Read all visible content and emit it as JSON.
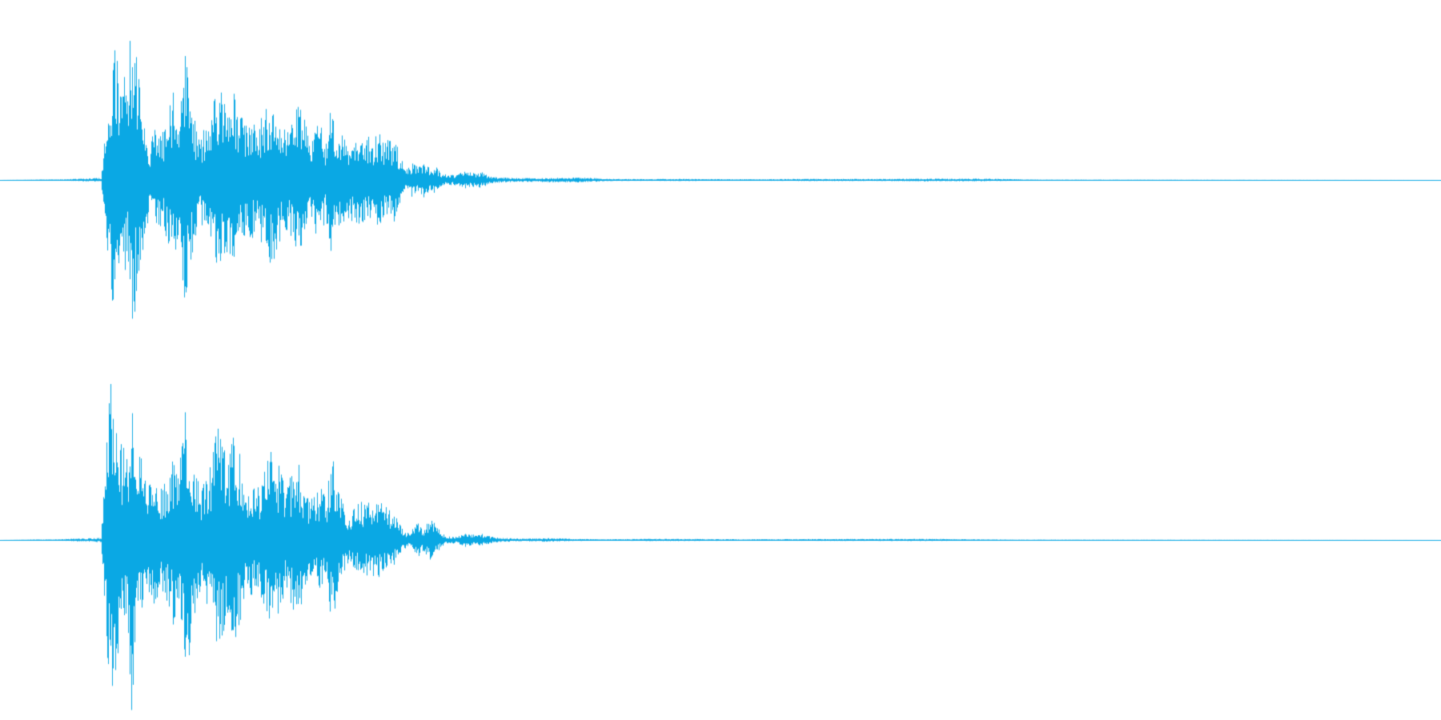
{
  "waveform": {
    "color": "#0aa8e4",
    "background": "#ffffff",
    "channels": [
      {
        "name": "",
        "peak_envelope": [
          [
            0.0,
            0.0
          ],
          [
            0.045,
            0.004
          ],
          [
            0.07,
            0.012
          ],
          [
            0.076,
            0.55
          ],
          [
            0.079,
            0.8
          ],
          [
            0.082,
            0.62
          ],
          [
            0.085,
            0.7
          ],
          [
            0.088,
            0.4
          ],
          [
            0.091,
            0.98
          ],
          [
            0.094,
            0.72
          ],
          [
            0.097,
            0.55
          ],
          [
            0.1,
            0.35
          ],
          [
            0.104,
            0.2
          ],
          [
            0.108,
            0.32
          ],
          [
            0.112,
            0.25
          ],
          [
            0.116,
            0.36
          ],
          [
            0.12,
            0.5
          ],
          [
            0.124,
            0.3
          ],
          [
            0.128,
            0.72
          ],
          [
            0.131,
            0.55
          ],
          [
            0.134,
            0.38
          ],
          [
            0.138,
            0.22
          ],
          [
            0.142,
            0.3
          ],
          [
            0.146,
            0.4
          ],
          [
            0.15,
            0.48
          ],
          [
            0.154,
            0.52
          ],
          [
            0.158,
            0.4
          ],
          [
            0.162,
            0.5
          ],
          [
            0.166,
            0.42
          ],
          [
            0.17,
            0.3
          ],
          [
            0.174,
            0.35
          ],
          [
            0.178,
            0.28
          ],
          [
            0.182,
            0.4
          ],
          [
            0.186,
            0.48
          ],
          [
            0.19,
            0.46
          ],
          [
            0.194,
            0.36
          ],
          [
            0.198,
            0.28
          ],
          [
            0.202,
            0.34
          ],
          [
            0.206,
            0.42
          ],
          [
            0.21,
            0.38
          ],
          [
            0.214,
            0.24
          ],
          [
            0.218,
            0.3
          ],
          [
            0.222,
            0.32
          ],
          [
            0.226,
            0.22
          ],
          [
            0.23,
            0.44
          ],
          [
            0.234,
            0.3
          ],
          [
            0.238,
            0.24
          ],
          [
            0.242,
            0.22
          ],
          [
            0.246,
            0.28
          ],
          [
            0.25,
            0.24
          ],
          [
            0.254,
            0.26
          ],
          [
            0.258,
            0.22
          ],
          [
            0.262,
            0.28
          ],
          [
            0.266,
            0.24
          ],
          [
            0.27,
            0.22
          ],
          [
            0.274,
            0.24
          ],
          [
            0.278,
            0.12
          ],
          [
            0.282,
            0.06
          ],
          [
            0.286,
            0.1
          ],
          [
            0.29,
            0.07
          ],
          [
            0.294,
            0.12
          ],
          [
            0.298,
            0.06
          ],
          [
            0.302,
            0.08
          ],
          [
            0.306,
            0.04
          ],
          [
            0.31,
            0.03
          ],
          [
            0.316,
            0.03
          ],
          [
            0.322,
            0.05
          ],
          [
            0.328,
            0.04
          ],
          [
            0.334,
            0.045
          ],
          [
            0.34,
            0.02
          ],
          [
            0.346,
            0.015
          ],
          [
            0.36,
            0.01
          ],
          [
            0.38,
            0.012
          ],
          [
            0.4,
            0.014
          ],
          [
            0.41,
            0.012
          ],
          [
            0.42,
            0.006
          ],
          [
            0.45,
            0.005
          ],
          [
            0.47,
            0.006
          ],
          [
            0.52,
            0.004
          ],
          [
            0.555,
            0.006
          ],
          [
            0.615,
            0.006
          ],
          [
            0.64,
            0.008
          ],
          [
            0.66,
            0.007
          ],
          [
            0.68,
            0.008
          ],
          [
            0.7,
            0.005
          ],
          [
            0.72,
            0.002
          ],
          [
            1.0,
            0.0
          ]
        ]
      },
      {
        "name": "",
        "peak_envelope": [
          [
            0.0,
            0.0
          ],
          [
            0.04,
            0.004
          ],
          [
            0.07,
            0.012
          ],
          [
            0.076,
            0.9
          ],
          [
            0.079,
            0.82
          ],
          [
            0.082,
            0.62
          ],
          [
            0.085,
            0.55
          ],
          [
            0.088,
            0.45
          ],
          [
            0.091,
            0.98
          ],
          [
            0.094,
            0.6
          ],
          [
            0.097,
            0.5
          ],
          [
            0.1,
            0.35
          ],
          [
            0.104,
            0.32
          ],
          [
            0.108,
            0.4
          ],
          [
            0.112,
            0.28
          ],
          [
            0.116,
            0.36
          ],
          [
            0.12,
            0.48
          ],
          [
            0.124,
            0.4
          ],
          [
            0.128,
            0.8
          ],
          [
            0.131,
            0.68
          ],
          [
            0.134,
            0.5
          ],
          [
            0.138,
            0.3
          ],
          [
            0.142,
            0.34
          ],
          [
            0.146,
            0.42
          ],
          [
            0.15,
            0.66
          ],
          [
            0.154,
            0.55
          ],
          [
            0.158,
            0.44
          ],
          [
            0.162,
            0.6
          ],
          [
            0.166,
            0.5
          ],
          [
            0.17,
            0.3
          ],
          [
            0.174,
            0.32
          ],
          [
            0.178,
            0.28
          ],
          [
            0.182,
            0.36
          ],
          [
            0.186,
            0.48
          ],
          [
            0.19,
            0.52
          ],
          [
            0.194,
            0.4
          ],
          [
            0.198,
            0.28
          ],
          [
            0.202,
            0.38
          ],
          [
            0.206,
            0.5
          ],
          [
            0.21,
            0.34
          ],
          [
            0.214,
            0.22
          ],
          [
            0.218,
            0.26
          ],
          [
            0.222,
            0.3
          ],
          [
            0.226,
            0.24
          ],
          [
            0.23,
            0.5
          ],
          [
            0.234,
            0.3
          ],
          [
            0.238,
            0.2
          ],
          [
            0.242,
            0.14
          ],
          [
            0.246,
            0.18
          ],
          [
            0.25,
            0.22
          ],
          [
            0.254,
            0.2
          ],
          [
            0.258,
            0.24
          ],
          [
            0.262,
            0.22
          ],
          [
            0.266,
            0.2
          ],
          [
            0.27,
            0.18
          ],
          [
            0.274,
            0.14
          ],
          [
            0.278,
            0.08
          ],
          [
            0.282,
            0.04
          ],
          [
            0.286,
            0.06
          ],
          [
            0.29,
            0.1
          ],
          [
            0.294,
            0.06
          ],
          [
            0.298,
            0.12
          ],
          [
            0.302,
            0.09
          ],
          [
            0.306,
            0.04
          ],
          [
            0.31,
            0.02
          ],
          [
            0.316,
            0.02
          ],
          [
            0.322,
            0.04
          ],
          [
            0.328,
            0.03
          ],
          [
            0.334,
            0.035
          ],
          [
            0.34,
            0.02
          ],
          [
            0.346,
            0.012
          ],
          [
            0.36,
            0.008
          ],
          [
            0.38,
            0.01
          ],
          [
            0.4,
            0.006
          ],
          [
            0.42,
            0.004
          ],
          [
            0.45,
            0.006
          ],
          [
            0.47,
            0.006
          ],
          [
            0.52,
            0.004
          ],
          [
            0.555,
            0.005
          ],
          [
            0.62,
            0.006
          ],
          [
            0.65,
            0.006
          ],
          [
            0.67,
            0.004
          ],
          [
            0.7,
            0.002
          ],
          [
            1.0,
            0.0
          ]
        ]
      }
    ]
  }
}
